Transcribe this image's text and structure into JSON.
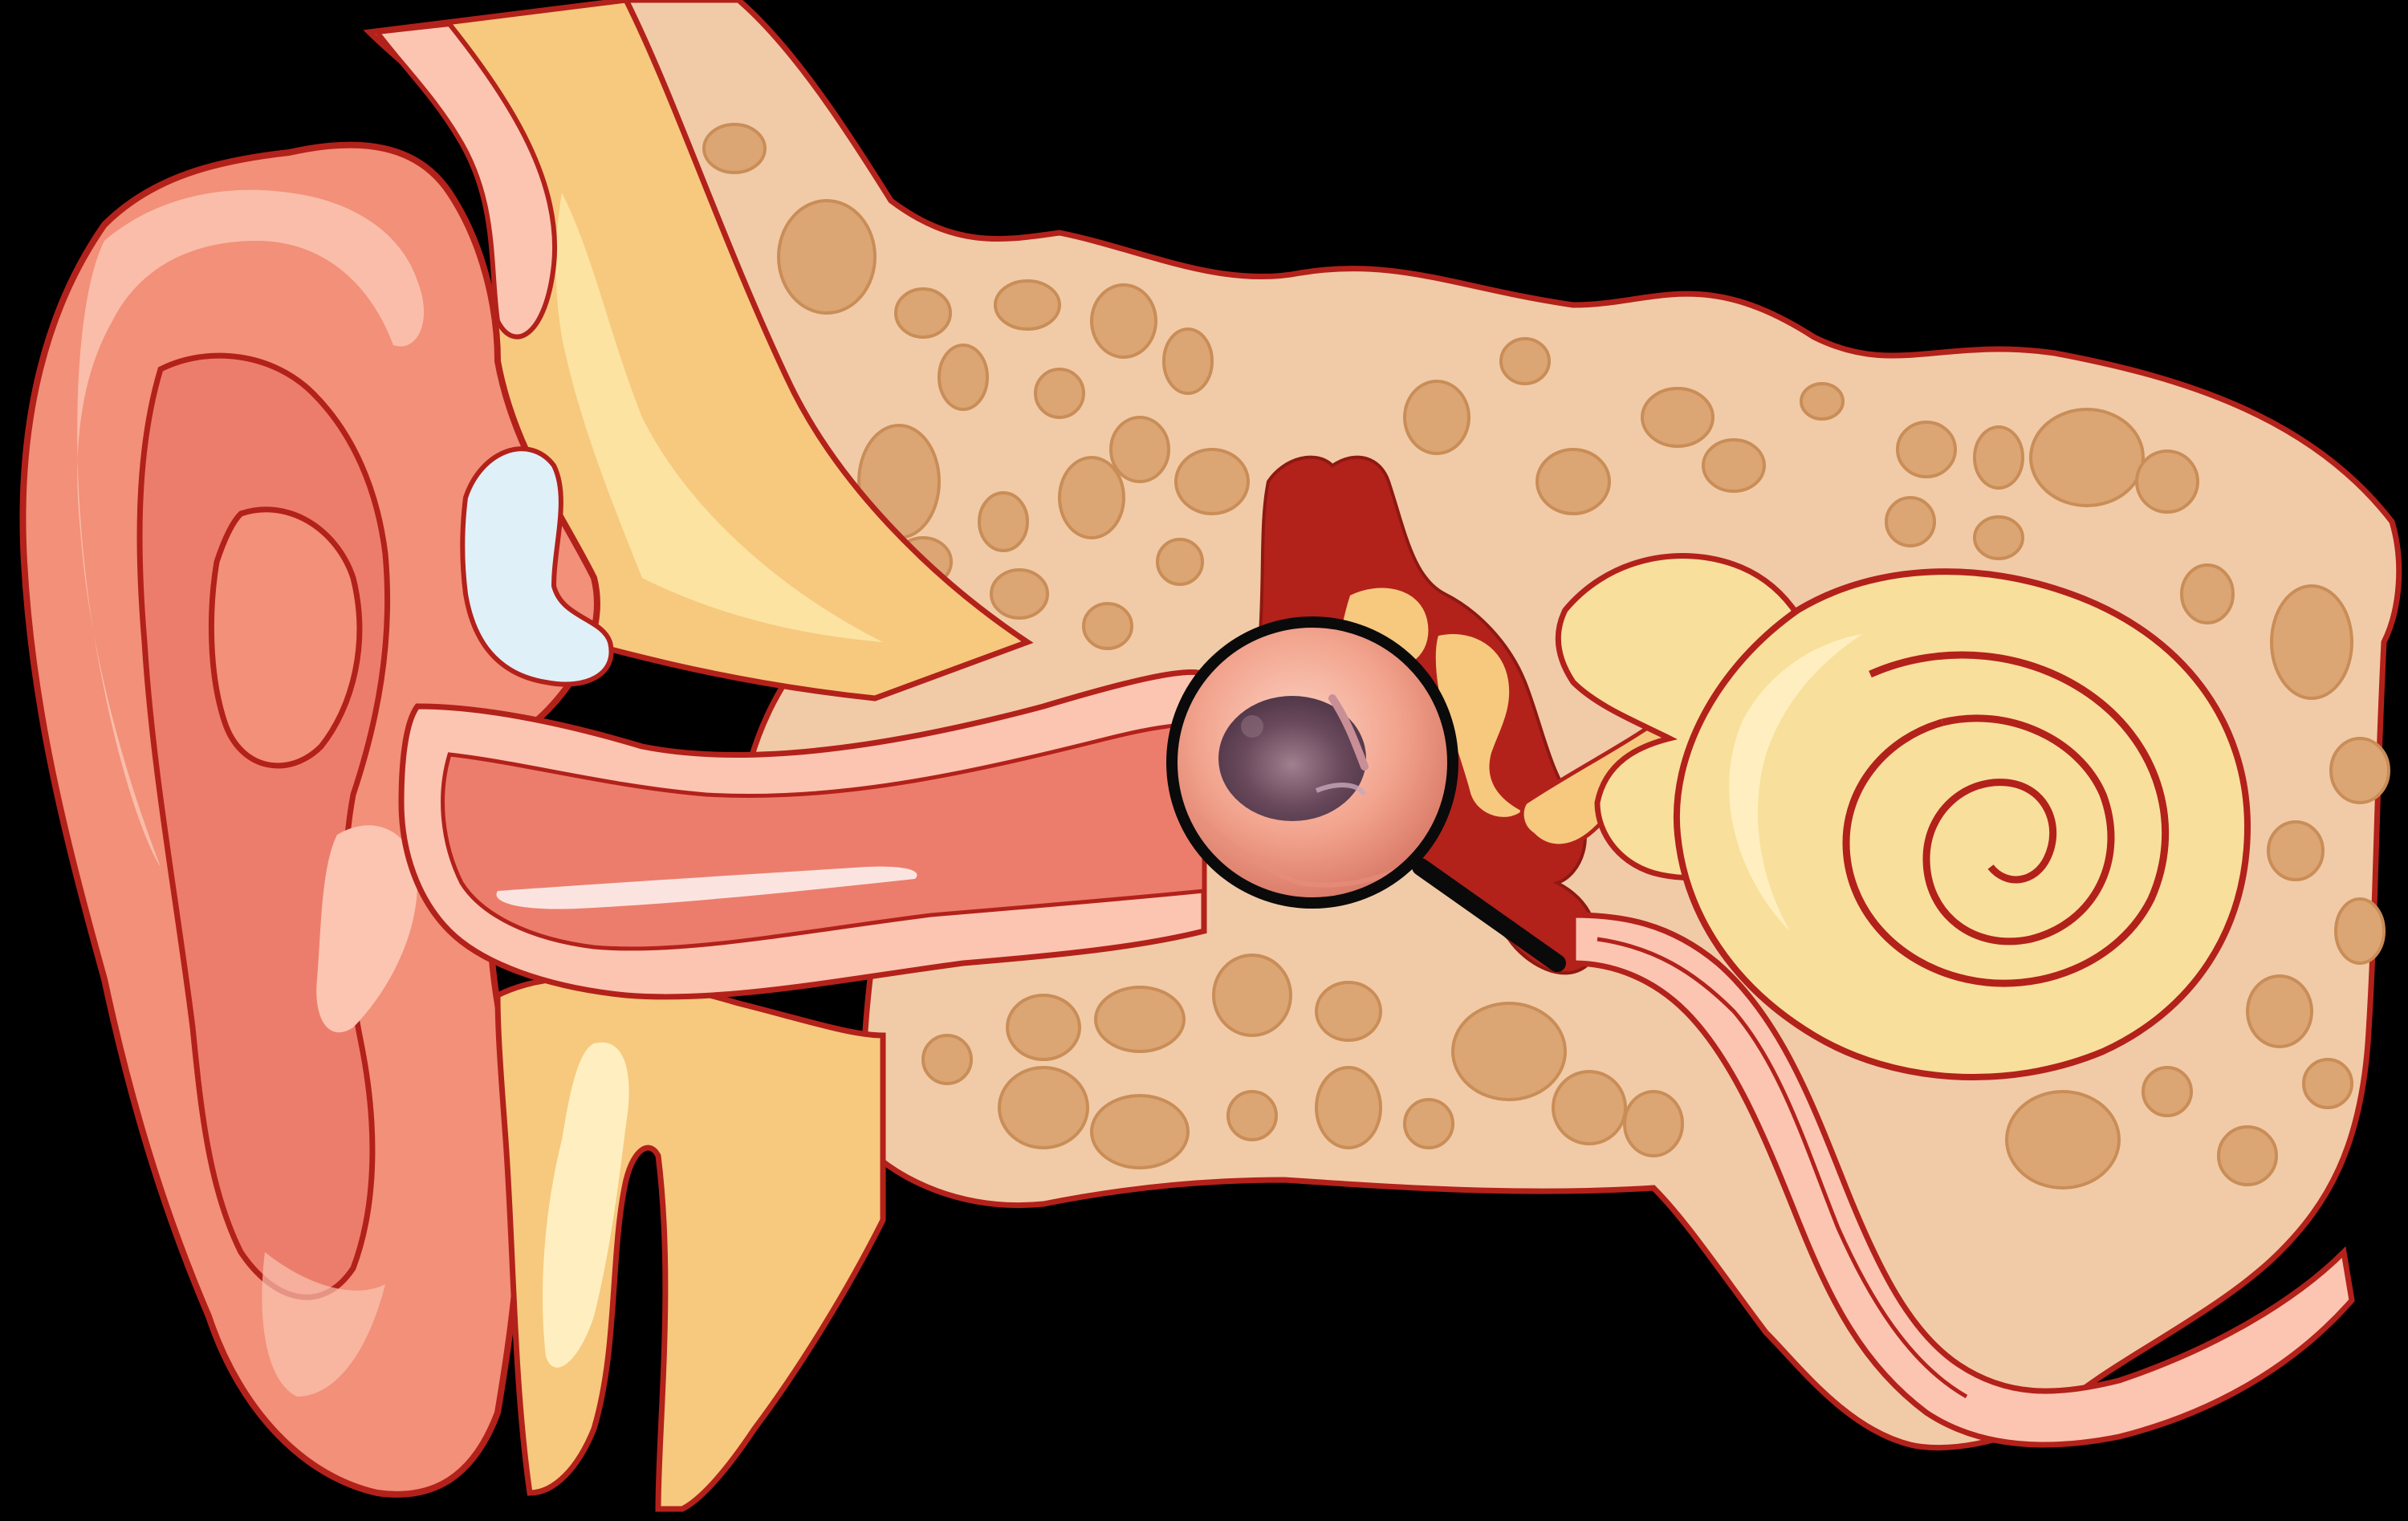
{
  "figure": {
    "subject": "ear-anatomy-cross-section",
    "regions": [
      {
        "id": "pinna",
        "icon": "outer-ear-icon"
      },
      {
        "id": "ear-canal",
        "icon": "ear-canal-icon"
      },
      {
        "id": "temporal-bone",
        "icon": "bone-icon"
      },
      {
        "id": "middle-ear",
        "icon": "ossicles-icon"
      },
      {
        "id": "cochlea",
        "icon": "cochlea-icon"
      },
      {
        "id": "eustachian-tube",
        "icon": "tube-icon"
      }
    ],
    "inset": {
      "icon": "magnifier-icon",
      "shows": "eardrum-otoscopic-view"
    }
  },
  "colors": {
    "background": "#000000",
    "outline": "#b3211b",
    "skin": "#f29079",
    "skin_light": "#fbc5b1",
    "cartilage": "#f6c97e",
    "cartilage_light": "#fde5a6",
    "bone": "#f1cba8",
    "bone_spot": "#dca574",
    "bone_spot_edge": "#c98d57",
    "cochlea": "#f8df9c",
    "cochlea_light": "#fff1c4",
    "canal": "#ec7d6c",
    "canal_light": "#fbe4e0",
    "blue_fluid": "#dff0f8",
    "dark_red": "#b3211b",
    "eardrum_bg": "#f3b6a1",
    "eardrum": "#6b4a5a",
    "lens_rim": "#0a0a0a"
  }
}
